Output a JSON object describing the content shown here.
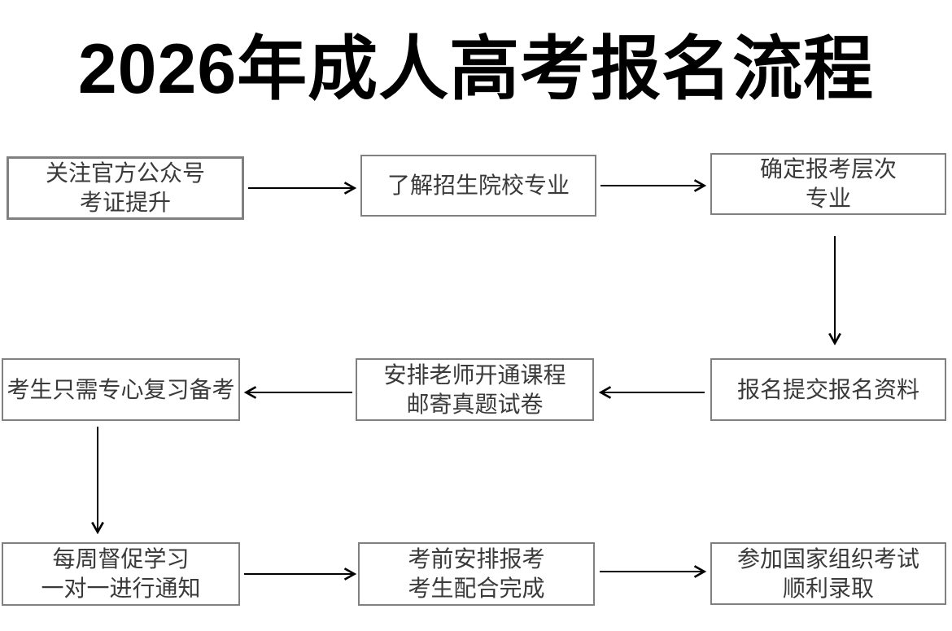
{
  "title": {
    "text": "2026年成人高考报名流程"
  },
  "colors": {
    "title_text": "#000000",
    "box_border": "#808080",
    "box_text": "#3a3a3a",
    "arrow": "#000000",
    "background": "#ffffff"
  },
  "flowchart": {
    "nodes": [
      {
        "id": "step-1",
        "lines": [
          "关注官方公众号",
          "考证提升"
        ]
      },
      {
        "id": "step-2",
        "lines": [
          "了解招生院校专业"
        ]
      },
      {
        "id": "step-3",
        "lines": [
          "确定报考层次",
          "专业"
        ]
      },
      {
        "id": "step-4",
        "lines": [
          "报名提交报名资料"
        ]
      },
      {
        "id": "step-5",
        "lines": [
          "安排老师开通课程",
          "邮寄真题试卷"
        ]
      },
      {
        "id": "step-6",
        "lines": [
          "考生只需专心复习备考"
        ]
      },
      {
        "id": "step-7",
        "lines": [
          "每周督促学习",
          "一对一进行通知"
        ]
      },
      {
        "id": "step-8",
        "lines": [
          "考前安排报考",
          "考生配合完成"
        ]
      },
      {
        "id": "step-9",
        "lines": [
          "参加国家组织考试",
          "顺利录取"
        ]
      }
    ],
    "edges": [
      {
        "from": "step-1",
        "to": "step-2",
        "direction": "right"
      },
      {
        "from": "step-2",
        "to": "step-3",
        "direction": "right"
      },
      {
        "from": "step-3",
        "to": "step-4",
        "direction": "down"
      },
      {
        "from": "step-4",
        "to": "step-5",
        "direction": "left"
      },
      {
        "from": "step-5",
        "to": "step-6",
        "direction": "left"
      },
      {
        "from": "step-6",
        "to": "step-7",
        "direction": "down"
      },
      {
        "from": "step-7",
        "to": "step-8",
        "direction": "right"
      },
      {
        "from": "step-8",
        "to": "step-9",
        "direction": "right"
      }
    ]
  }
}
